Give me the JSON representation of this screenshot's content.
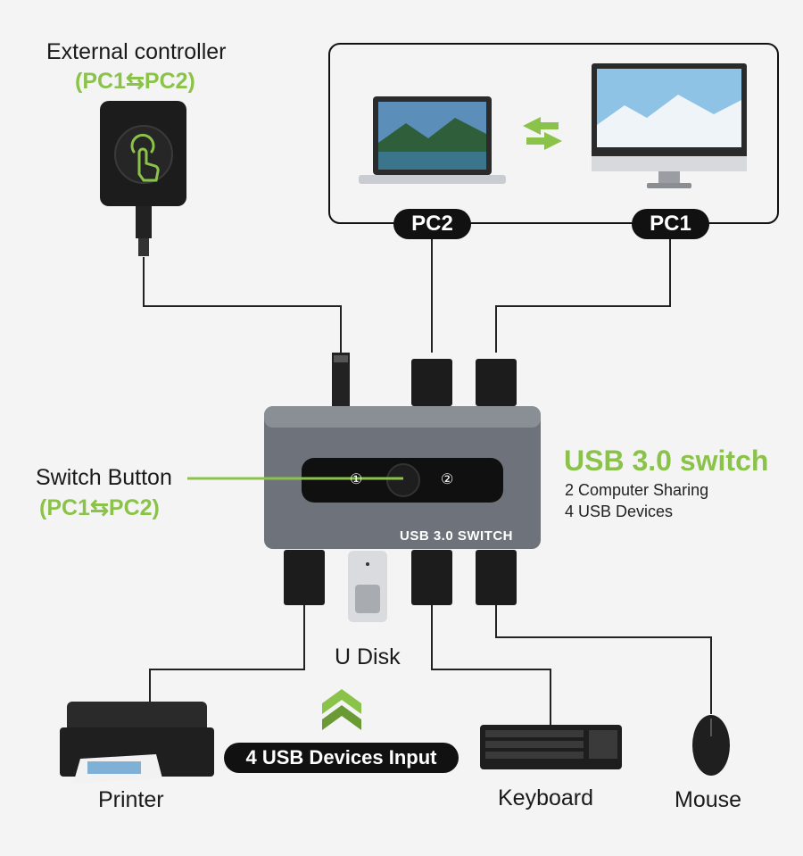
{
  "colors": {
    "accent": "#8bc34a",
    "dark": "#111111",
    "switch_body": "#6e737b"
  },
  "external_controller": {
    "title": "External controller",
    "subtitle": "(PC1⇆PC2)"
  },
  "pcs": {
    "pc2_label": "PC2",
    "pc1_label": "PC1"
  },
  "switch_button": {
    "title": "Switch Button",
    "subtitle": "(PC1⇆PC2)"
  },
  "switch": {
    "face_label": "USB 3.0 SWITCH",
    "button1": "①",
    "button2": "②"
  },
  "product": {
    "title": "USB 3.0 switch",
    "line1": "2 Computer Sharing",
    "line2": "4 USB Devices"
  },
  "devices": {
    "u_disk": "U Disk",
    "printer": "Printer",
    "keyboard": "Keyboard",
    "mouse": "Mouse"
  },
  "input_banner": "4 USB Devices Input",
  "icons": [
    "touch-button-icon",
    "swap-arrows-icon",
    "laptop-icon",
    "monitor-icon",
    "printer-icon",
    "keyboard-icon",
    "mouse-icon",
    "usb-drive-icon",
    "chevron-up-icon"
  ]
}
